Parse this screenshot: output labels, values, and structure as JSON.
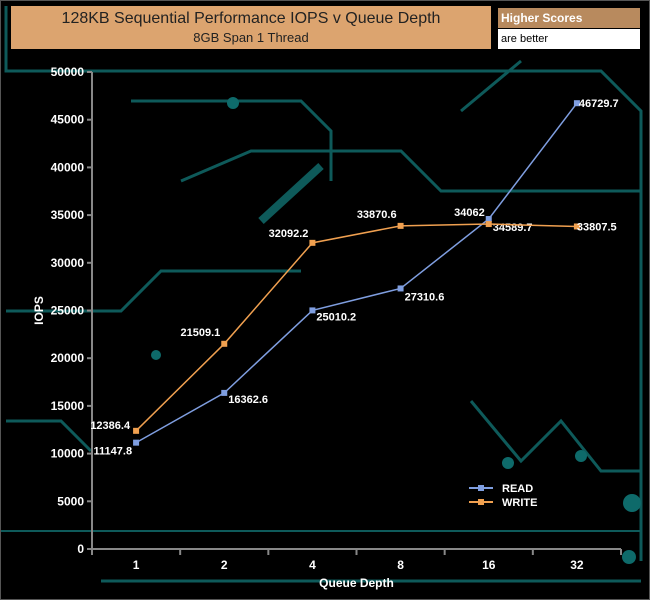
{
  "chart_data": {
    "type": "line",
    "title": "128KB Sequential Performance IOPS v Queue Depth",
    "subtitle": "8GB Span 1 Thread",
    "badge": {
      "line1": "Higher Scores",
      "line2": "are better"
    },
    "xlabel": "Queue Depth",
    "ylabel": "IOPS",
    "categories": [
      "1",
      "2",
      "4",
      "8",
      "16",
      "32"
    ],
    "ylim": [
      0,
      50000
    ],
    "yticks": [
      0,
      5000,
      10000,
      15000,
      20000,
      25000,
      30000,
      35000,
      40000,
      45000,
      50000
    ],
    "legend_position": "bottom-right",
    "series": [
      {
        "name": "READ",
        "color": "#7f9ee0",
        "values": [
          11147.8,
          16362.6,
          25010.2,
          27310.6,
          34589.7,
          46729.7
        ],
        "labels": [
          "11147.8",
          "16362.6",
          "25010.2",
          "27310.6",
          "34589.7",
          "46729.7"
        ]
      },
      {
        "name": "WRITE",
        "color": "#f0a050",
        "values": [
          12386.4,
          21509.1,
          32092.2,
          33870.6,
          34062,
          33807.5
        ],
        "labels": [
          "12386.4",
          "21509.1",
          "32092.2",
          "33870.6",
          "34062",
          "33807.5"
        ]
      }
    ]
  }
}
